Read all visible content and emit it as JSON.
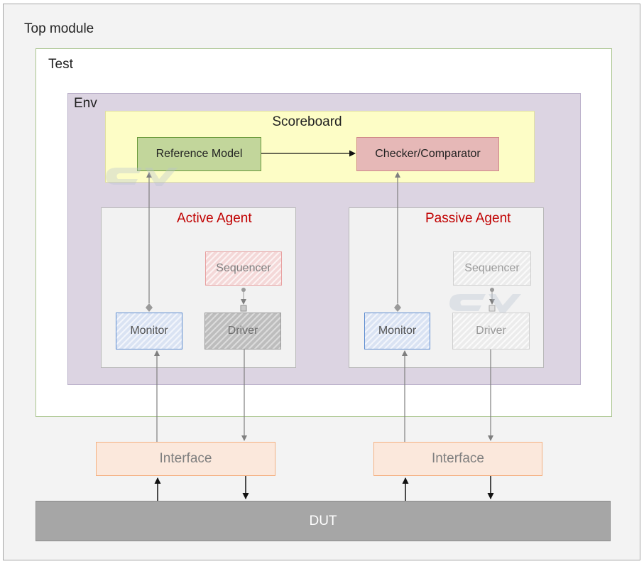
{
  "top": {
    "label": "Top module"
  },
  "test": {
    "label": "Test"
  },
  "env": {
    "label": "Env"
  },
  "scoreboard": {
    "label": "Scoreboard",
    "reference_model": "Reference Model",
    "checker": "Checker/Comparator"
  },
  "active_agent": {
    "label": "Active Agent",
    "sequencer": "Sequencer",
    "monitor": "Monitor",
    "driver": "Driver"
  },
  "passive_agent": {
    "label": "Passive Agent",
    "sequencer": "Sequencer",
    "monitor": "Monitor",
    "driver": "Driver"
  },
  "interfaces": [
    "Interface",
    "Interface"
  ],
  "dut": {
    "label": "DUT"
  },
  "colors": {
    "agent_label": "#c00000",
    "reference_model": "#c2d69b",
    "checker": "#e6b8b7",
    "env": "#dcd4e2",
    "scoreboard": "#fdfdc6",
    "interface": "#fbe8dc",
    "dut": "#a6a6a6"
  }
}
